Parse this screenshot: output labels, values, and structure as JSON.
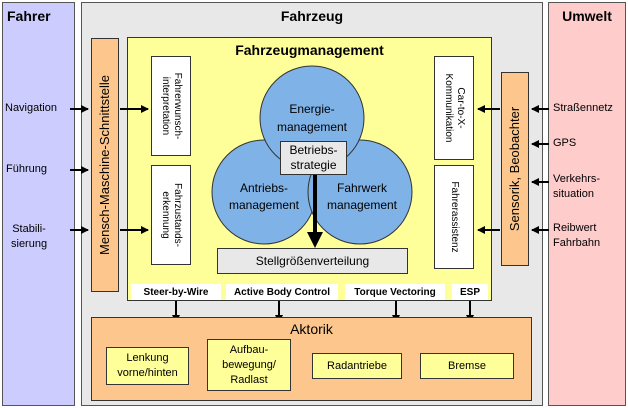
{
  "driver": {
    "title": "Fahrer",
    "items": [
      "Navigation",
      "Führung",
      "Stabili-\nsierung"
    ]
  },
  "vehicle": {
    "title": "Fahrzeug",
    "hmi": "Mensch-Maschine-Schnittstelle",
    "management": {
      "title": "Fahrzeugmanagement",
      "left_boxes": [
        "Fahrerwunsch-\ninterpretation",
        "Fahrzustands-\nerkennung"
      ],
      "right_boxes": [
        "Car-to-X-\nKommunikation",
        "Fahrerassistenz"
      ],
      "circles": {
        "energy": "Energie-\nmanagement",
        "drive": "Antriebs-\nmanagement",
        "chassis": "Fahrwerk\nmanagement",
        "strategy": "Betriebs-\nstrategie"
      },
      "distribution": "Stellgrößenverteilung"
    },
    "functions": [
      "Steer-by-Wire",
      "Active Body Control",
      "Torque Vectoring",
      "ESP"
    ],
    "sensors": "Sensorik, Beobachter",
    "actuators": {
      "title": "Aktorik",
      "items": [
        "Lenkung\nvorne/hinten",
        "Aufbau-\nbewegung/\nRadlast",
        "Radantriebe",
        "Bremse"
      ]
    }
  },
  "environment": {
    "title": "Umwelt",
    "items": [
      "Straßennetz",
      "GPS",
      "Verkehrs-\nsituation",
      "Reibwert\nFahrbahn"
    ]
  },
  "colors": {
    "driver_bg": "#ccccff",
    "vehicle_bg": "#e8e8e8",
    "environment_bg": "#ffcccc",
    "orange": "#fcc68c",
    "management_bg": "#ffff99",
    "circle": "#7fb2e6"
  }
}
